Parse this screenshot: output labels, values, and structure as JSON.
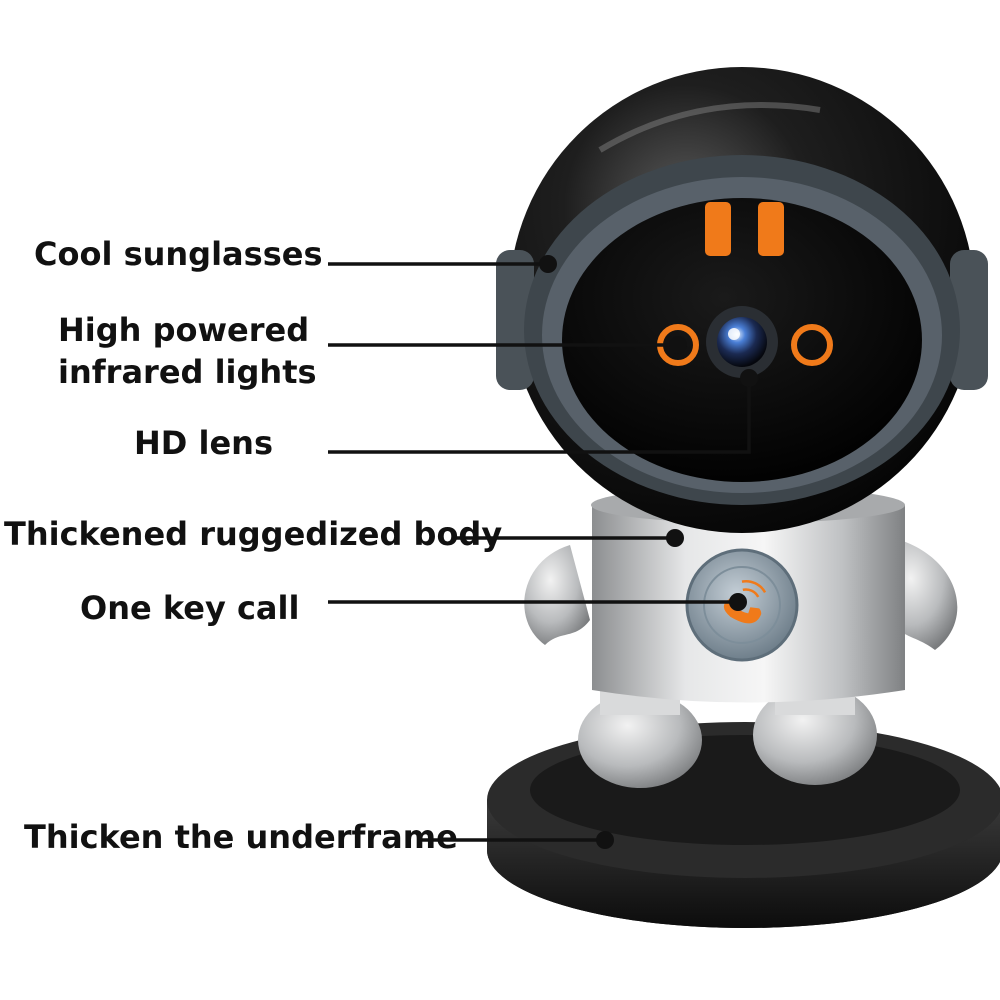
{
  "callouts": {
    "sunglasses": "Cool sunglasses",
    "infrared_line1": "High powered",
    "infrared_line2": "infrared lights",
    "lens": "HD lens",
    "body": "Thickened ruggedized body",
    "call": "One key call",
    "underframe": "Thicken the underframe"
  },
  "colors": {
    "helmet": "#111111",
    "visor_ring": "#4a5258",
    "accent_orange": "#f07a1a",
    "body_silver": "#c9cbcd",
    "base": "#1c1c1c",
    "call_button": "#8fa0ac"
  }
}
